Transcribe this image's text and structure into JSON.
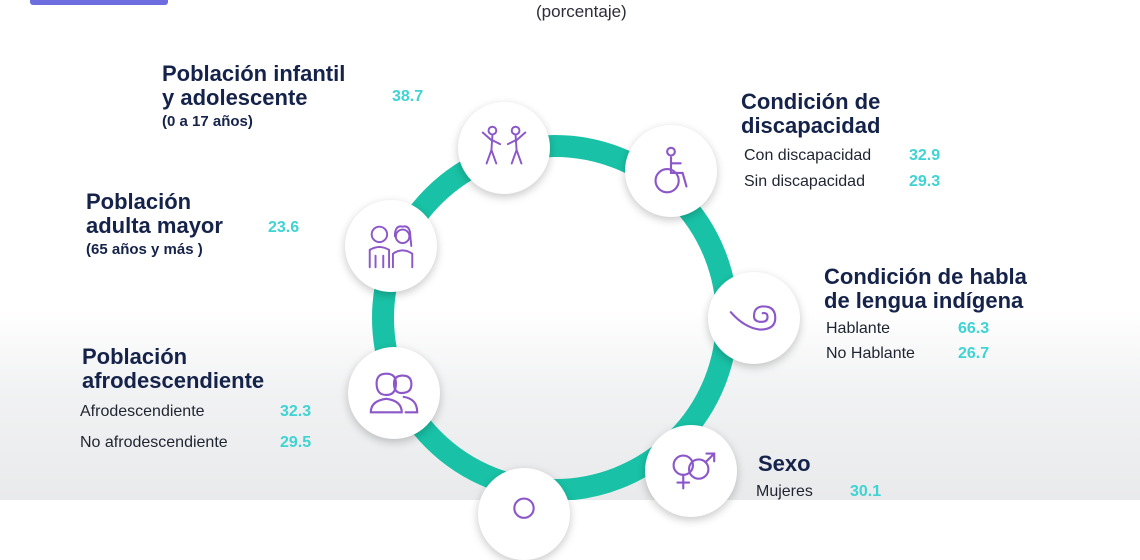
{
  "header": {
    "subtitle": "(porcentaje)"
  },
  "colors": {
    "ring": "#19c2a6",
    "value": "#3fd3d3",
    "title": "#15234a",
    "icon": "#8b57c9"
  },
  "groups": {
    "infantil": {
      "title1": "Población infantil",
      "title2": "y adolescente",
      "note": "(0 a 17 años)",
      "value": "38.7",
      "icon": "children-icon"
    },
    "adulta": {
      "title1": "Población",
      "title2": "adulta mayor",
      "note": "(65 años y más )",
      "value": "23.6",
      "icon": "elderly-couple-icon"
    },
    "afro": {
      "title1": "Población",
      "title2": "afrodescendiente",
      "rows": [
        {
          "label": "Afrodescendiente",
          "value": "32.3"
        },
        {
          "label": "No afrodescendiente",
          "value": "29.5"
        }
      ],
      "icon": "people-icon"
    },
    "discapacidad": {
      "title1": "Condición de",
      "title2": "discapacidad",
      "rows": [
        {
          "label": "Con discapacidad",
          "value": "32.9"
        },
        {
          "label": "Sin discapacidad",
          "value": "29.3"
        }
      ],
      "icon": "wheelchair-icon"
    },
    "lengua": {
      "title1": "Condición de habla",
      "title2": "de lengua indígena",
      "rows": [
        {
          "label": "Hablante",
          "value": "66.3"
        },
        {
          "label": "No Hablante",
          "value": "26.7"
        }
      ],
      "icon": "speech-scroll-icon"
    },
    "sexo": {
      "title1": "Sexo",
      "rows": [
        {
          "label": "Mujeres",
          "value": "30.1"
        }
      ],
      "icon": "gender-symbols-icon"
    }
  }
}
